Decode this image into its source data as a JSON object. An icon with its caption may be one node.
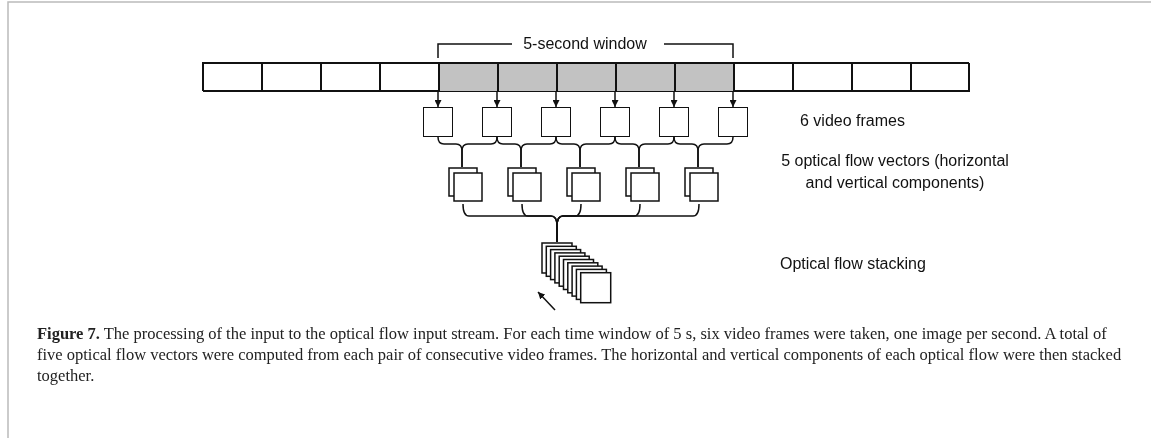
{
  "diagram": {
    "caption": "**Figure 7.** The processing of the input to the optical flow input stream. For each time window of 5 s, six video frames were taken, one image per second. A total of five optical flow vectors were computed from each pair of consecutive video frames. The horizontal and vertical components of each optical flow were then stacked together.",
    "nodes": [
      {
        "text": [],
        "shape": "bar"
      },
      {
        "text": [],
        "shape": "box",
        "in": 0
      },
      {
        "text": [],
        "shape": "box",
        "in": 0
      },
      {
        "text": [],
        "shape": "box",
        "in": 0
      },
      {
        "text": [],
        "shape": "box",
        "in": 0
      },
      {
        "text": [],
        "shape": "box",
        "in": 0
      },
      {
        "text": [],
        "shape": "box",
        "in": 0
      },
      {
        "text": [],
        "shape": "box",
        "in": 0
      },
      {
        "text": [],
        "shape": "box",
        "in": 0
      },
      {
        "text": [],
        "shape": "box",
        "in": 0
      },
      {
        "text": [],
        "shape": "box",
        "in": 0
      },
      {
        "text": [],
        "shape": "box",
        "in": 0
      },
      {
        "text": [],
        "shape": "box",
        "in": 0
      },
      {
        "text": [],
        "shape": "box",
        "in": 0
      },
      {
        "text": [],
        "shape": "box"
      },
      {
        "text": [],
        "shape": "box"
      },
      {
        "text": [],
        "shape": "box"
      },
      {
        "text": [],
        "shape": "box"
      },
      {
        "text": [],
        "shape": "box"
      },
      {
        "text": [],
        "shape": "box"
      },
      {
        "text": [],
        "shape": "box"
      },
      {
        "text": [],
        "shape": "box"
      },
      {
        "text": [],
        "shape": "box"
      },
      {
        "text": [],
        "shape": "box"
      },
      {
        "text": [],
        "shape": "box"
      },
      {
        "text": [],
        "shape": "box"
      }
    ],
    "edges": [
      {
        "from": 0,
        "to": 14,
        "arrow": "to"
      },
      {
        "from": 0,
        "to": 15,
        "arrow": "to"
      },
      {
        "from": 0,
        "to": 16,
        "arrow": "to"
      },
      {
        "from": 0,
        "to": 17,
        "arrow": "to"
      },
      {
        "from": 0,
        "to": 18,
        "arrow": "to"
      },
      {
        "from": 0,
        "to": 19,
        "arrow": "to"
      },
      {
        "from": 14,
        "to": 20,
        "arrow": "none"
      },
      {
        "from": 15,
        "to": 20,
        "arrow": "none"
      },
      {
        "from": 15,
        "to": 21,
        "arrow": "none"
      },
      {
        "from": 16,
        "to": 21,
        "arrow": "none"
      },
      {
        "from": 16,
        "to": 22,
        "arrow": "none"
      },
      {
        "from": 17,
        "to": 22,
        "arrow": "none"
      },
      {
        "from": 17,
        "to": 23,
        "arrow": "none"
      },
      {
        "from": 18,
        "to": 23,
        "arrow": "none"
      },
      {
        "from": 18,
        "to": 24,
        "arrow": "none"
      },
      {
        "from": 19,
        "to": 24,
        "arrow": "none"
      },
      {
        "from": 20,
        "to": 25,
        "arrow": "none"
      },
      {
        "from": 21,
        "to": 25,
        "arrow": "none"
      },
      {
        "from": 22,
        "to": 25,
        "arrow": "none"
      },
      {
        "from": 23,
        "to": 25,
        "arrow": "none"
      },
      {
        "from": 24,
        "to": 25,
        "arrow": "none"
      }
    ],
    "labels": [
      "5-second window",
      "6 video frames",
      "5 optical flow vectors (horizontal and vertical components)",
      "Optical flow stacking"
    ]
  }
}
